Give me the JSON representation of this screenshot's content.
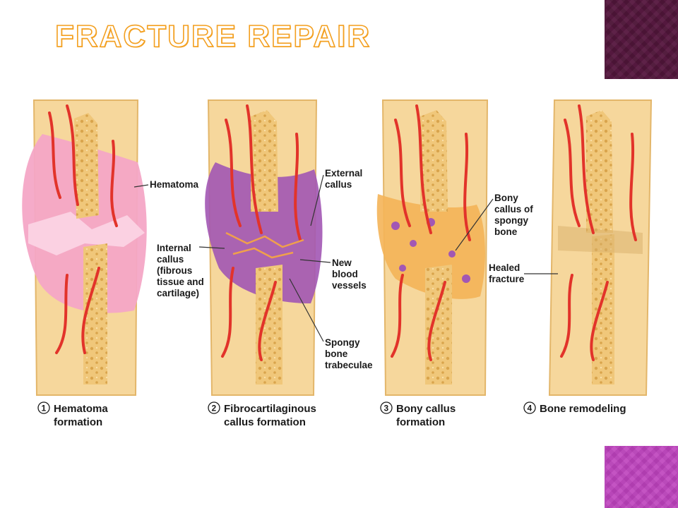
{
  "slide": {
    "title": "FRACTURE REPAIR",
    "accent_color": "#f3a021",
    "corner_top_color": "#501638",
    "corner_bottom_color": "#b63fb6"
  },
  "colors": {
    "bone": "#f3cf8e",
    "spongy_bone": "#e8b65e",
    "hematoma": "#f4a6c6",
    "fibrocartilage": "#a257b4",
    "vessel": "#e2332a",
    "bony_callus": "#f4b458"
  },
  "labels": {
    "hematoma": [
      "Hematoma"
    ],
    "external_callus": [
      "External",
      "callus"
    ],
    "internal_callus": [
      "Internal",
      "callus",
      "(fibrous",
      "tissue and",
      "cartilage)"
    ],
    "new_blood_vessels": [
      "New",
      "blood",
      "vessels"
    ],
    "spongy_bone_trabeculae": [
      "Spongy",
      "bone",
      "trabeculae"
    ],
    "bony_callus_spongy": [
      "Bony",
      "callus of",
      "spongy",
      "bone"
    ],
    "healed_fracture": [
      "Healed",
      "fracture"
    ]
  },
  "steps": [
    {
      "number": "1",
      "lines": [
        "Hematoma",
        "formation"
      ]
    },
    {
      "number": "2",
      "lines": [
        "Fibrocartilaginous",
        "callus formation"
      ]
    },
    {
      "number": "3",
      "lines": [
        "Bony callus",
        "formation"
      ]
    },
    {
      "number": "4",
      "lines": [
        "Bone remodeling"
      ]
    }
  ]
}
